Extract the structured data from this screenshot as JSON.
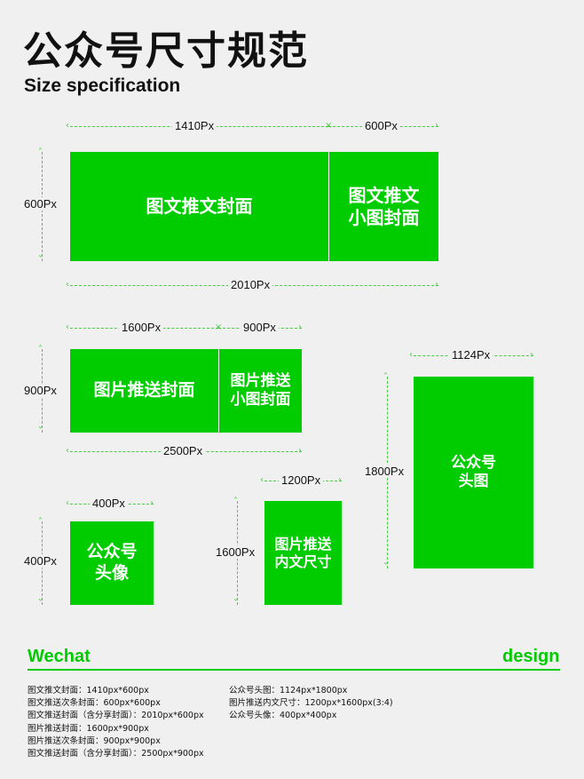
{
  "title": "公众号尺寸规范",
  "subtitle": "Size specification",
  "colors": {
    "accent": "#00cc00",
    "background": "#f0f0f0",
    "dim_line": "#44cc44"
  },
  "boxes": {
    "article_cover": "图文推文封面",
    "article_small_cover": "图文推文\n小图封面",
    "image_cover": "图片推送封面",
    "image_small_cover": "图片推送\n小图封面",
    "avatar": "公众号\n头像",
    "image_inner_size": "图片推送\n内文尺寸",
    "account_header": "公众号\n头图"
  },
  "dimensions": {
    "d1410": "1410Px",
    "d600a": "600Px",
    "d600h": "600Px",
    "d2010": "2010Px",
    "d1600": "1600Px",
    "d900": "900Px",
    "d900h": "900Px",
    "d2500": "2500Px",
    "d1124": "1124Px",
    "d1800h": "1800Px",
    "d400": "400Px",
    "d400h": "400Px",
    "d1200": "1200Px",
    "d1600h": "1600Px"
  },
  "footer": {
    "left": "Wechat",
    "right": "design"
  },
  "specs_left": [
    "图文推文封面：1410px*600px",
    "图文推送次条封面：600px*600px",
    "图文推送封面（含分享封面）：2010px*600px",
    "图片推送封面：1600px*900px",
    "图片推送次条封面：900px*900px",
    "图文推送封面（含分享封面）：2500px*900px"
  ],
  "specs_right": [
    "公众号头图：1124px*1800px",
    "图片推送内文尺寸：1200px*1600px(3:4)",
    "公众号头像：400px*400px"
  ]
}
